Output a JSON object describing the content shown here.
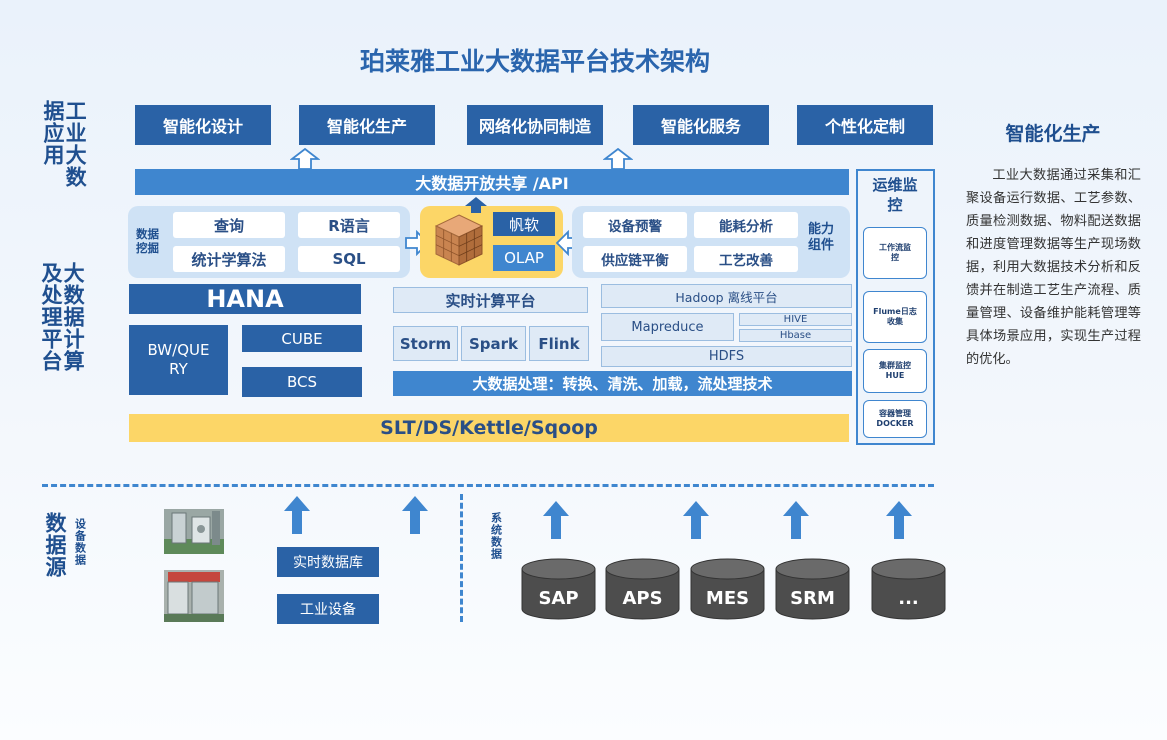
{
  "title": "珀莱雅工业大数据平台技术架构",
  "layers": {
    "application": "工业大数据应用",
    "compute": "大数据计算及处理平台",
    "source": "数据源",
    "device_data": "设备数据",
    "system_data": "系统数据"
  },
  "apps": [
    "智能化设计",
    "智能化生产",
    "网络化协同制造",
    "智能化服务",
    "个性化定制"
  ],
  "api_bar": "大数据开放共享 /API",
  "mining": {
    "label": "数据挖掘",
    "items": [
      "查询",
      "R语言",
      "统计学算法",
      "SQL"
    ]
  },
  "center": {
    "fanruan": "帆软",
    "olap": "OLAP"
  },
  "capability": {
    "label": "能力组件",
    "items": [
      "设备预警",
      "能耗分析",
      "供应链平衡",
      "工艺改善"
    ]
  },
  "ops": {
    "title": "运维监控",
    "items": [
      "工作流监控",
      "Flume日志收集",
      "集群监控HUE",
      "容器管理DOCKER"
    ]
  },
  "hana": {
    "title": "HANA",
    "bw": "BW/QUERY",
    "cube": "CUBE",
    "bcs": "BCS"
  },
  "realtime": {
    "title": "实时计算平台",
    "items": [
      "Storm",
      "Spark",
      "Flink"
    ]
  },
  "hadoop": {
    "title": "Hadoop 离线平台",
    "mapreduce": "Mapreduce",
    "hive": "HIVE",
    "hbase": "Hbase",
    "hdfs": "HDFS"
  },
  "processing_bar": "大数据处理：转换、清洗、加载，流处理技术",
  "etl_bar": "SLT/DS/Kettle/Sqoop",
  "sources": {
    "realtime_db": "实时数据库",
    "industrial_device": "工业设备",
    "systems": [
      "SAP",
      "APS",
      "MES",
      "SRM",
      "..."
    ]
  },
  "side": {
    "title": "智能化生产",
    "text": "工业大数据通过采集和汇聚设备运行数据、工艺参数、质量检测数据、物料配送数据和进度管理数据等生产现场数据，利用大数据技术分析和反馈并在制造工艺生产流程、质量管理、设备维护能耗管理等具体场景应用，实现生产过程的优化。"
  },
  "colors": {
    "dark_blue": "#2a62a6",
    "mid_blue": "#3f86cf",
    "light_blue": "#cfe2f5",
    "yellow": "#fcd667",
    "db_gray": "#4d4d4d"
  }
}
